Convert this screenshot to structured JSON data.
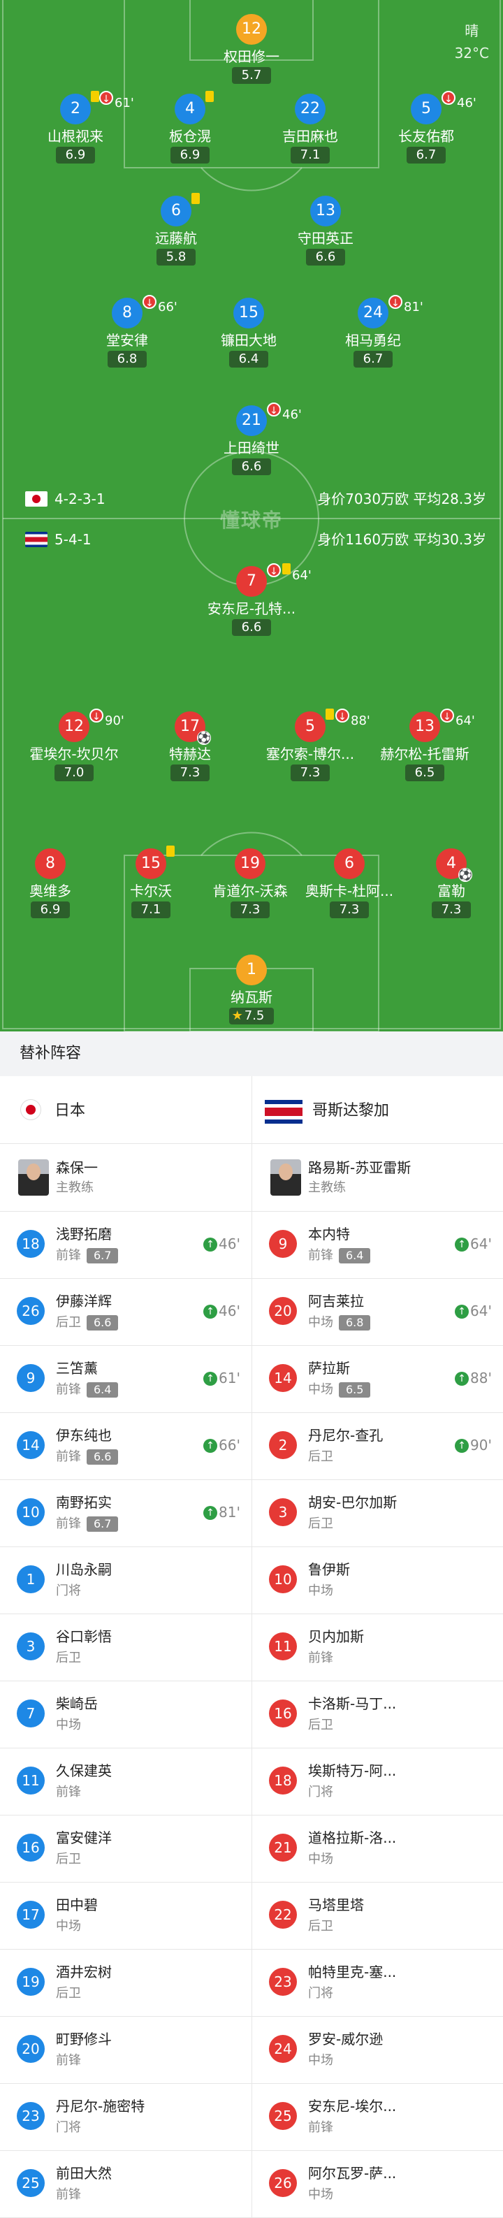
{
  "weather": {
    "condition": "晴",
    "temperature": "32°C"
  },
  "watermark": "懂球帝",
  "colors": {
    "pitch": "#3d9e3a",
    "japan": "#1e88e5",
    "japan_gk": "#f5a623",
    "costa_rica": "#e53935",
    "costa_rica_gk": "#f5a623"
  },
  "japan": {
    "formation": "4-2-3-1",
    "value": "身价7030万欧  平均28.3岁",
    "players": [
      {
        "num": "12",
        "name": "权田修一",
        "rating": "5.7"
      },
      {
        "num": "2",
        "name": "山根视来",
        "rating": "6.9",
        "minute": "61'"
      },
      {
        "num": "4",
        "name": "板仓滉",
        "rating": "6.9"
      },
      {
        "num": "22",
        "name": "吉田麻也",
        "rating": "7.1"
      },
      {
        "num": "5",
        "name": "长友佑都",
        "rating": "6.7",
        "minute": "46'"
      },
      {
        "num": "6",
        "name": "远藤航",
        "rating": "5.8"
      },
      {
        "num": "13",
        "name": "守田英正",
        "rating": "6.6"
      },
      {
        "num": "8",
        "name": "堂安律",
        "rating": "6.8",
        "minute": "66'"
      },
      {
        "num": "15",
        "name": "镰田大地",
        "rating": "6.4"
      },
      {
        "num": "24",
        "name": "相马勇纪",
        "rating": "6.7",
        "minute": "81'"
      },
      {
        "num": "21",
        "name": "上田绮世",
        "rating": "6.6",
        "minute": "46'"
      }
    ]
  },
  "costa_rica": {
    "formation": "5-4-1",
    "value": "身价1160万欧  平均30.3岁",
    "players": [
      {
        "num": "7",
        "name": "安东尼-孔特...",
        "rating": "6.6",
        "minute": "64'"
      },
      {
        "num": "12",
        "name": "霍埃尔-坎贝尔",
        "rating": "7.0",
        "minute": "90'"
      },
      {
        "num": "17",
        "name": "特赫达",
        "rating": "7.3"
      },
      {
        "num": "5",
        "name": "塞尔索-博尔...",
        "rating": "7.3",
        "minute": "88'"
      },
      {
        "num": "13",
        "name": "赫尔松-托雷斯",
        "rating": "6.5",
        "minute": "64'"
      },
      {
        "num": "8",
        "name": "奥维多",
        "rating": "6.9"
      },
      {
        "num": "15",
        "name": "卡尔沃",
        "rating": "7.1"
      },
      {
        "num": "19",
        "name": "肯道尔-沃森",
        "rating": "7.3"
      },
      {
        "num": "6",
        "name": "奥斯卡-杜阿...",
        "rating": "7.3"
      },
      {
        "num": "4",
        "name": "富勒",
        "rating": "7.3"
      },
      {
        "num": "1",
        "name": "纳瓦斯",
        "rating": "7.5"
      }
    ]
  },
  "subs": {
    "title": "替补阵容",
    "team_left": "日本",
    "team_right": "哥斯达黎加",
    "coach_left": {
      "name": "森保一",
      "role": "主教练"
    },
    "coach_right": {
      "name": "路易斯-苏亚雷斯",
      "role": "主教练"
    },
    "left": [
      {
        "num": "18",
        "name": "浅野拓磨",
        "pos": "前锋",
        "rating": "6.7",
        "minute": "46'"
      },
      {
        "num": "26",
        "name": "伊藤洋辉",
        "pos": "后卫",
        "rating": "6.6",
        "minute": "46'"
      },
      {
        "num": "9",
        "name": "三笘薰",
        "pos": "前锋",
        "rating": "6.4",
        "minute": "61'"
      },
      {
        "num": "14",
        "name": "伊东纯也",
        "pos": "前锋",
        "rating": "6.6",
        "minute": "66'"
      },
      {
        "num": "10",
        "name": "南野拓实",
        "pos": "前锋",
        "rating": "6.7",
        "minute": "81'"
      },
      {
        "num": "1",
        "name": "川岛永嗣",
        "pos": "门将"
      },
      {
        "num": "3",
        "name": "谷口彰悟",
        "pos": "后卫"
      },
      {
        "num": "7",
        "name": "柴崎岳",
        "pos": "中场"
      },
      {
        "num": "11",
        "name": "久保建英",
        "pos": "前锋"
      },
      {
        "num": "16",
        "name": "富安健洋",
        "pos": "后卫"
      },
      {
        "num": "17",
        "name": "田中碧",
        "pos": "中场"
      },
      {
        "num": "19",
        "name": "酒井宏树",
        "pos": "后卫"
      },
      {
        "num": "20",
        "name": "町野修斗",
        "pos": "前锋"
      },
      {
        "num": "23",
        "name": "丹尼尔-施密特",
        "pos": "门将"
      },
      {
        "num": "25",
        "name": "前田大然",
        "pos": "前锋"
      }
    ],
    "right": [
      {
        "num": "9",
        "name": "本内特",
        "pos": "前锋",
        "rating": "6.4",
        "minute": "64'"
      },
      {
        "num": "20",
        "name": "阿吉莱拉",
        "pos": "中场",
        "rating": "6.8",
        "minute": "64'"
      },
      {
        "num": "14",
        "name": "萨拉斯",
        "pos": "中场",
        "rating": "6.5",
        "minute": "88'"
      },
      {
        "num": "2",
        "name": "丹尼尔-查孔",
        "pos": "后卫",
        "minute": "90'"
      },
      {
        "num": "3",
        "name": "胡安-巴尔加斯",
        "pos": "后卫"
      },
      {
        "num": "10",
        "name": "鲁伊斯",
        "pos": "中场"
      },
      {
        "num": "11",
        "name": "贝内加斯",
        "pos": "前锋"
      },
      {
        "num": "16",
        "name": "卡洛斯-马丁...",
        "pos": "后卫"
      },
      {
        "num": "18",
        "name": "埃斯特万-阿...",
        "pos": "门将"
      },
      {
        "num": "21",
        "name": "道格拉斯-洛...",
        "pos": "中场"
      },
      {
        "num": "22",
        "name": "马塔里塔",
        "pos": "后卫"
      },
      {
        "num": "23",
        "name": "帕特里克-塞...",
        "pos": "门将"
      },
      {
        "num": "24",
        "name": "罗安-威尔逊",
        "pos": "中场"
      },
      {
        "num": "25",
        "name": "安东尼-埃尔...",
        "pos": "前锋"
      },
      {
        "num": "26",
        "name": "阿尔瓦罗-萨...",
        "pos": "中场"
      }
    ]
  }
}
